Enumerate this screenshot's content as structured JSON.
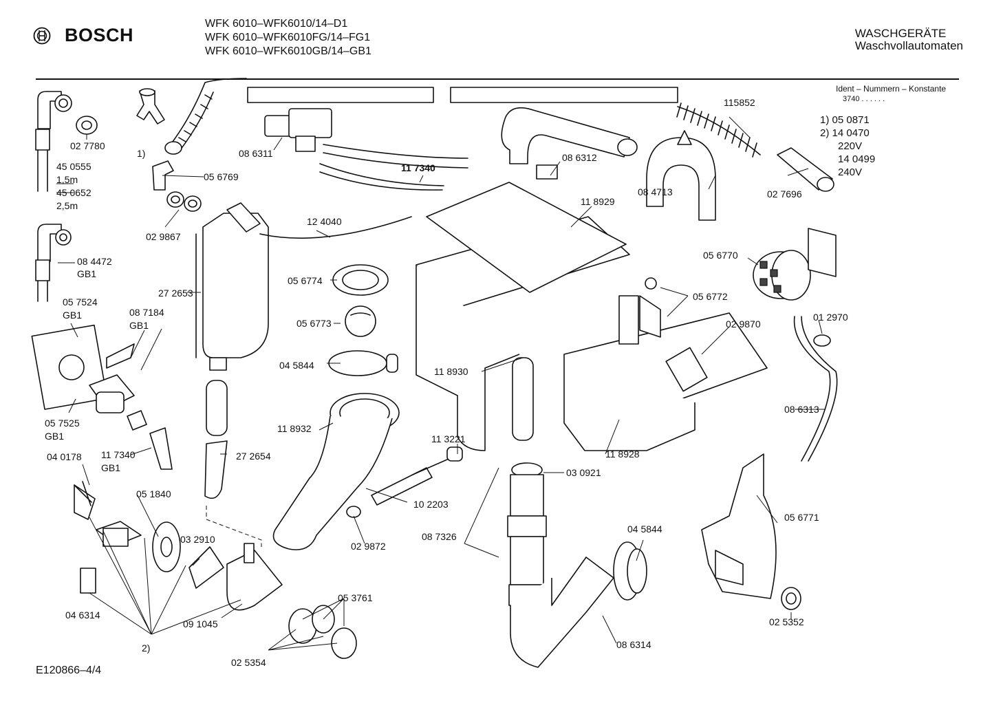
{
  "header": {
    "brand": "BOSCH",
    "models": [
      "WFK 6010–WFK6010/14–D1",
      "WFK 6010–WFK6010FG/14–FG1",
      "WFK 6010–WFK6010GB/14–GB1"
    ],
    "category_line1": "WASCHGERÄTE",
    "category_line2": "Waschvollautomaten"
  },
  "ident": {
    "title": "Ident – Nummern – Konstante",
    "constant": "3740 . . . . . .",
    "items": [
      "1)  05 0871",
      "2)  14 0470",
      "220V",
      "14 0499",
      "240V"
    ]
  },
  "footer": {
    "doc_id": "E120866–4/4"
  },
  "parts": [
    {
      "n": "02 7780"
    },
    {
      "n": "45 0555"
    },
    {
      "n": "1,5m"
    },
    {
      "n": "45 0652"
    },
    {
      "n": "2,5m"
    },
    {
      "n": "1)"
    },
    {
      "n": "08 6311"
    },
    {
      "n": "05 6769"
    },
    {
      "n": "02 9867"
    },
    {
      "n": "11 7340"
    },
    {
      "n": "08 4472"
    },
    {
      "n": "GB1"
    },
    {
      "n": "12 4040"
    },
    {
      "n": "08 6312"
    },
    {
      "n": "11 8929"
    },
    {
      "n": "115852"
    },
    {
      "n": "08 4713"
    },
    {
      "n": "02 7696"
    },
    {
      "n": "05 6770"
    },
    {
      "n": "05 7524"
    },
    {
      "n": "GB1"
    },
    {
      "n": "08 7184"
    },
    {
      "n": "GB1"
    },
    {
      "n": "27 2653"
    },
    {
      "n": "05 6774"
    },
    {
      "n": "05 6773"
    },
    {
      "n": "04 5844"
    },
    {
      "n": "05 6772"
    },
    {
      "n": "02 9870"
    },
    {
      "n": "01 2970"
    },
    {
      "n": "11 8930"
    },
    {
      "n": "08 6313"
    },
    {
      "n": "05 7525"
    },
    {
      "n": "GB1"
    },
    {
      "n": "11 8932"
    },
    {
      "n": "11 3221"
    },
    {
      "n": "27 2654"
    },
    {
      "n": "11 8928"
    },
    {
      "n": "04 0178"
    },
    {
      "n": "11 7340"
    },
    {
      "n": "GB1"
    },
    {
      "n": "05 1840"
    },
    {
      "n": "03 0921"
    },
    {
      "n": "10 2203"
    },
    {
      "n": "03 2910"
    },
    {
      "n": "02 9872"
    },
    {
      "n": "08 7326"
    },
    {
      "n": "04 5844"
    },
    {
      "n": "05 6771"
    },
    {
      "n": "04 6314"
    },
    {
      "n": "09 1045"
    },
    {
      "n": "05 3761"
    },
    {
      "n": "2)"
    },
    {
      "n": "02 5354"
    },
    {
      "n": "08 6314"
    },
    {
      "n": "02 5352"
    }
  ]
}
